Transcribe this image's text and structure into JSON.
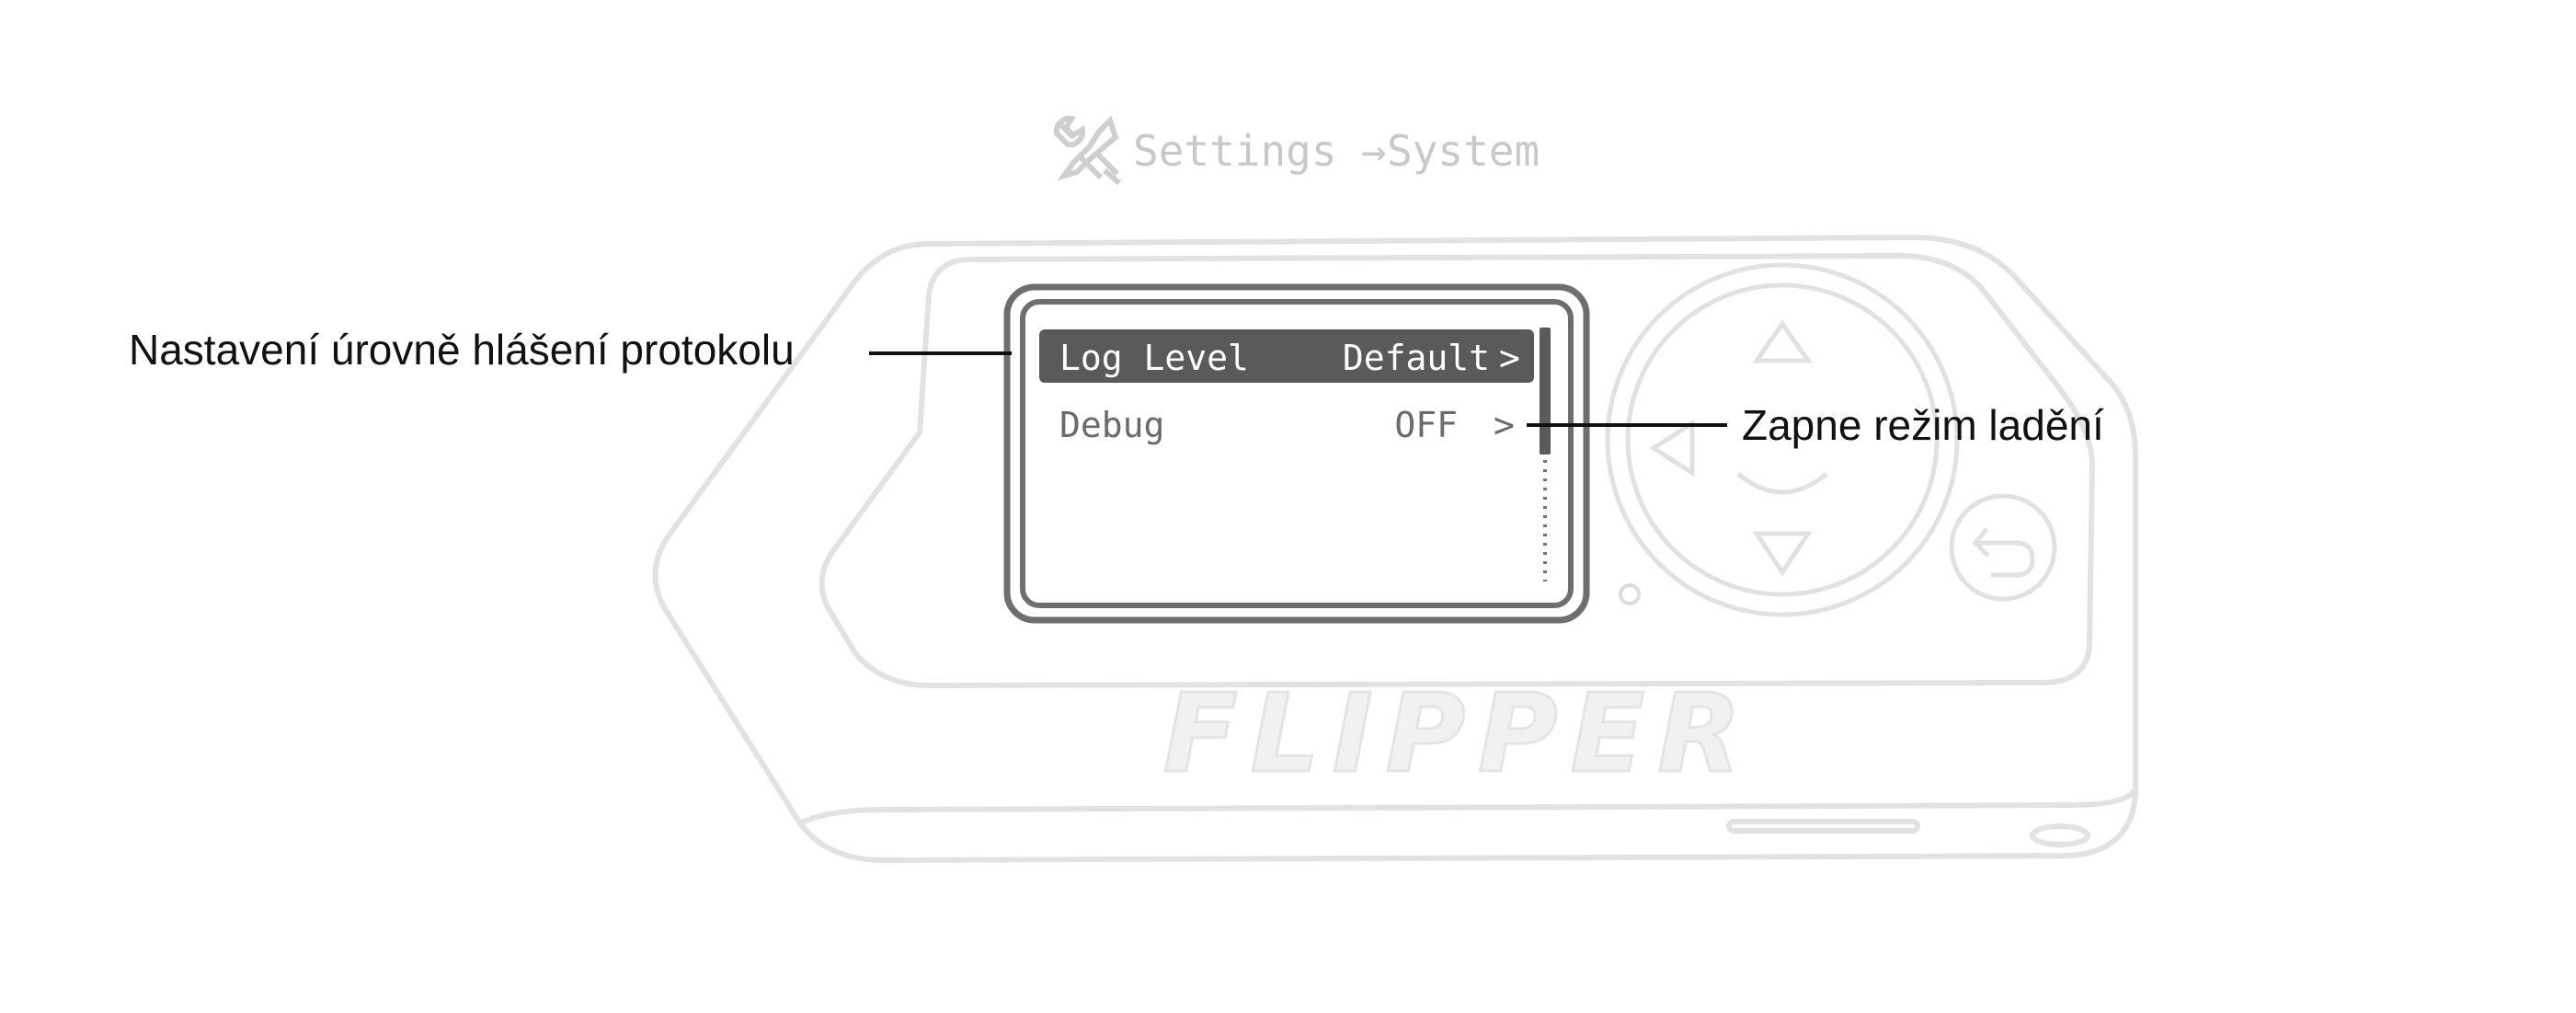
{
  "breadcrumb": {
    "icon": "settings-tools-icon",
    "parent": "Settings",
    "arrow": "→",
    "current": "System"
  },
  "device": {
    "brand": "FLIPPER"
  },
  "menu": {
    "items": [
      {
        "label": "Log Level",
        "value": "Default",
        "chevron": ">",
        "selected": true
      },
      {
        "label": "Debug",
        "value": "OFF",
        "chevron": ">",
        "selected": false
      }
    ]
  },
  "callouts": {
    "left": "Nastavení úrovně hlášení protokolu",
    "right": "Zapne režim ladění"
  },
  "colors": {
    "device_outline": "#e3e3e3",
    "screen_frame": "#6e6e6e",
    "selected_row_bg": "#5a5a5a",
    "selected_row_text": "#ffffff",
    "menu_text": "#6a6a6a",
    "breadcrumb_text": "#c8c8c8",
    "callout_text": "#111111"
  }
}
